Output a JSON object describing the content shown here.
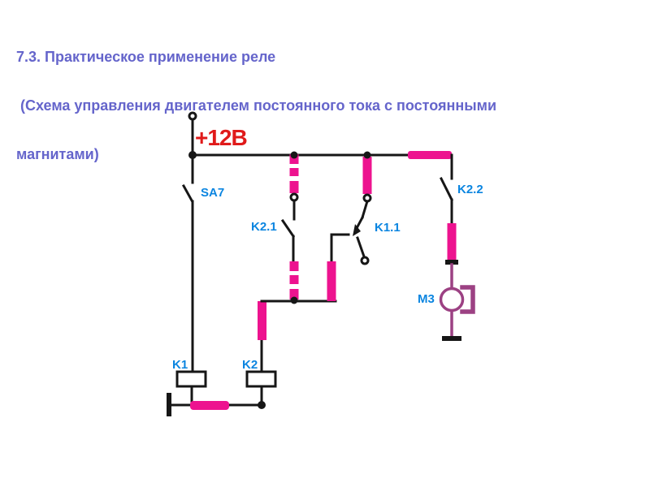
{
  "slide": {
    "title_lines": [
      "7.3. Практическое применение реле",
      " (Схема управления двигателем постоянного тока с постоянными",
      "магнитами)"
    ]
  },
  "circuit": {
    "supply_label": "+12В",
    "labels": {
      "sa7": "SA7",
      "k2_1": "K2.1",
      "k1_1": "K1.1",
      "k2_2": "K2.2",
      "m3": "М3",
      "k1": "K1",
      "k2": "K2"
    },
    "colors": {
      "wire": "#161616",
      "highlight": "#ED138F",
      "motor": "#9C4183",
      "label": "#0B85E0",
      "supply": "#E01A1A",
      "title": "#6565CB"
    }
  }
}
